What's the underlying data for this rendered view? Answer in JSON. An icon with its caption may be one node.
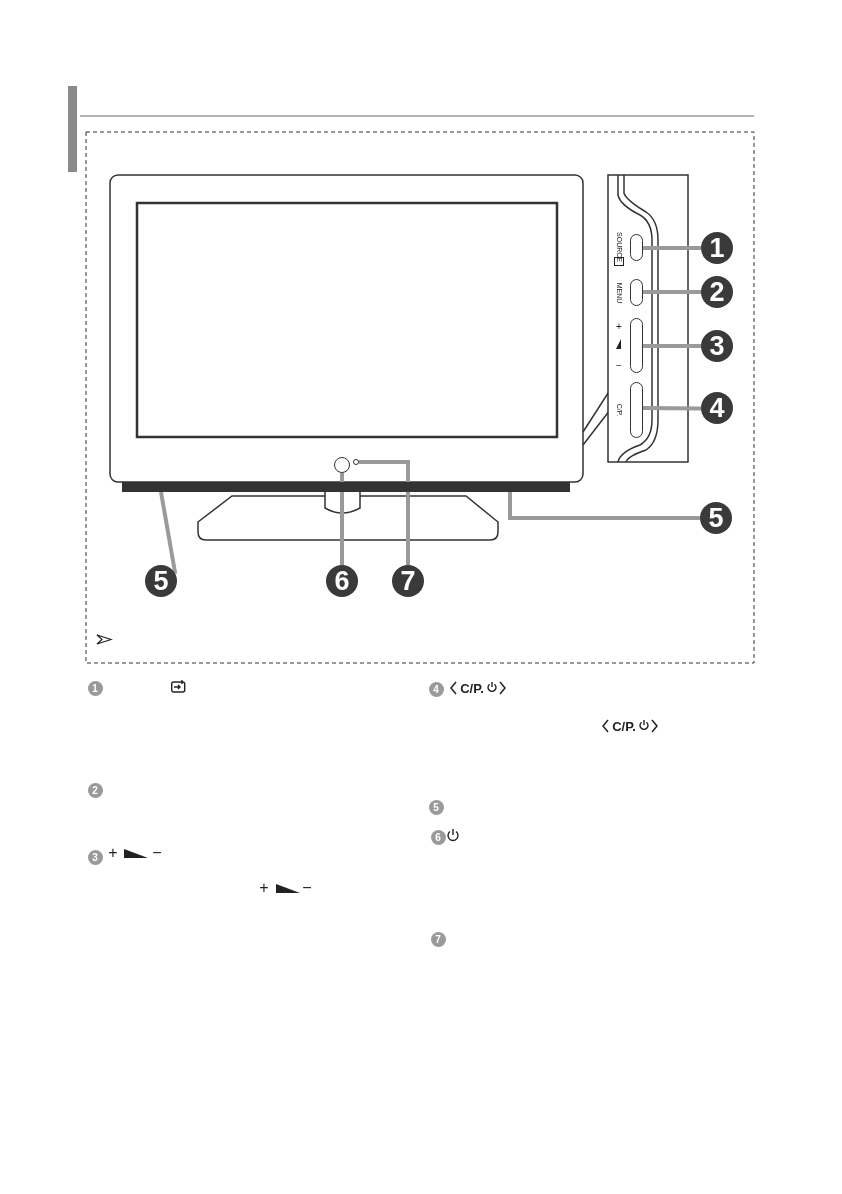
{
  "diagram": {
    "nodes": [
      {
        "text": [
          "1"
        ]
      },
      {
        "text": [
          "2"
        ]
      },
      {
        "text": [
          "3"
        ]
      },
      {
        "text": [
          "4"
        ]
      },
      {
        "text": [
          "5"
        ]
      },
      {
        "text": [
          "5"
        ]
      },
      {
        "text": [
          "6"
        ]
      },
      {
        "text": [
          "7"
        ]
      },
      {
        "text": [],
        "shape": "box"
      },
      {
        "text": [],
        "shape": "box"
      },
      {
        "text": [],
        "shape": "box"
      },
      {
        "text": [],
        "shape": "box"
      },
      {
        "text": [],
        "shape": "bar"
      },
      {
        "text": [],
        "shape": "circle"
      },
      {
        "text": [],
        "shape": "circle"
      }
    ],
    "edges": [
      {
        "from": 0,
        "to": 8,
        "arrow": "none"
      },
      {
        "from": 1,
        "to": 9,
        "arrow": "none"
      },
      {
        "from": 2,
        "to": 10,
        "arrow": "none"
      },
      {
        "from": 3,
        "to": 11,
        "arrow": "none"
      },
      {
        "from": 4,
        "to": 12,
        "arrow": "none"
      },
      {
        "from": 5,
        "to": 12,
        "arrow": "none"
      },
      {
        "from": 6,
        "to": 13,
        "arrow": "none"
      },
      {
        "from": 7,
        "to": 14,
        "arrow": "none"
      }
    ],
    "labels": [
      "SOURCE",
      "MENU",
      "+",
      "−",
      "C/P.",
      "1",
      "2",
      "3",
      "+",
      "−",
      "+",
      "−",
      "4",
      "C/P.",
      "C/P.",
      "5",
      "6",
      "7"
    ]
  }
}
